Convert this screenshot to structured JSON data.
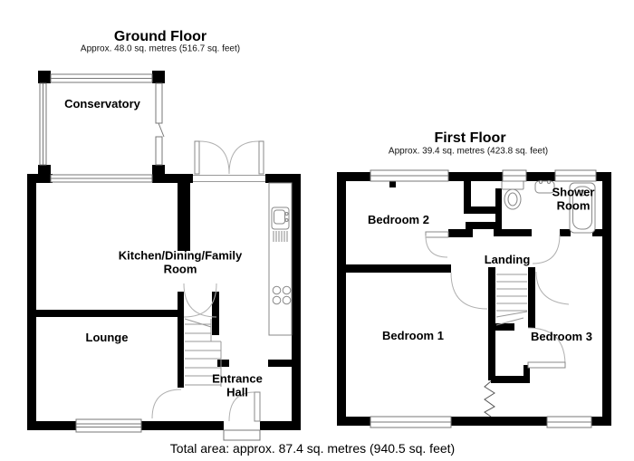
{
  "page": {
    "background": "#ffffff",
    "wall_color": "#000000",
    "fixture_line_color": "#888888",
    "door_arc_color": "#b0b0b0",
    "stair_line_color": "#999999"
  },
  "floors": {
    "ground": {
      "title": "Ground Floor",
      "subtitle": "Approx. 48.0 sq. metres (516.7 sq. feet)",
      "rooms": {
        "conservatory": "Conservatory",
        "kitchen_line1": "Kitchen/Dining/Family",
        "kitchen_line2": "Room",
        "lounge": "Lounge",
        "entrance_line1": "Entrance",
        "entrance_line2": "Hall"
      }
    },
    "first": {
      "title": "First Floor",
      "subtitle": "Approx. 39.4 sq. metres (423.8 sq. feet)",
      "rooms": {
        "bedroom2": "Bedroom 2",
        "shower_line1": "Shower",
        "shower_line2": "Room",
        "landing": "Landing",
        "bedroom1": "Bedroom 1",
        "bedroom3": "Bedroom 3"
      }
    }
  },
  "footer": {
    "total_area": "Total area: approx. 87.4 sq. metres (940.5 sq. feet)"
  }
}
